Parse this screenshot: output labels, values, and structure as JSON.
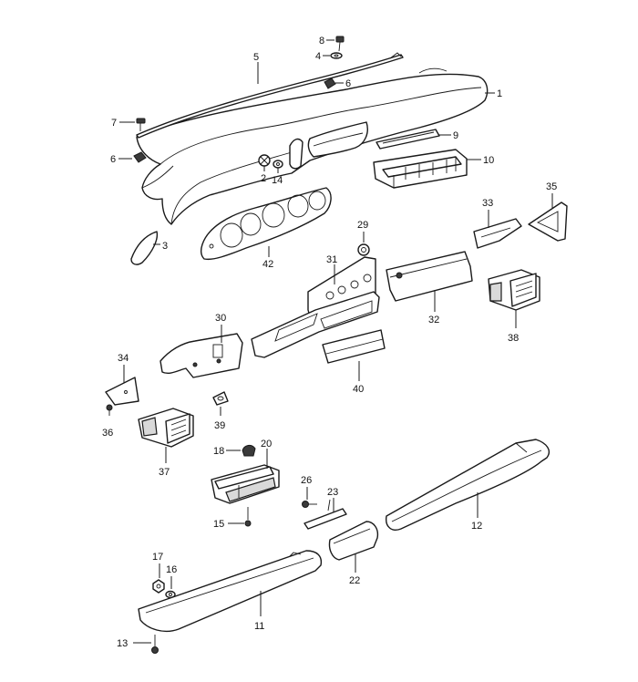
{
  "diagram": {
    "labels": {
      "p1": "1",
      "p2": "2",
      "p3": "3",
      "p4": "4",
      "p5": "5",
      "p6a": "6",
      "p6b": "6",
      "p7": "7",
      "p8": "8",
      "p9": "9",
      "p10": "10",
      "p11": "11",
      "p12": "12",
      "p13": "13",
      "p14": "14",
      "p15": "15",
      "p16": "16",
      "p17": "17",
      "p18": "18",
      "p20": "20",
      "p22": "22",
      "p23": "23",
      "p26": "26",
      "p29": "29",
      "p30": "30",
      "p31": "31",
      "p32": "32",
      "p33": "33",
      "p34": "34",
      "p35": "35",
      "p36": "36",
      "p37": "37",
      "p38": "38",
      "p39": "39",
      "p40": "40",
      "p42": "42"
    }
  }
}
